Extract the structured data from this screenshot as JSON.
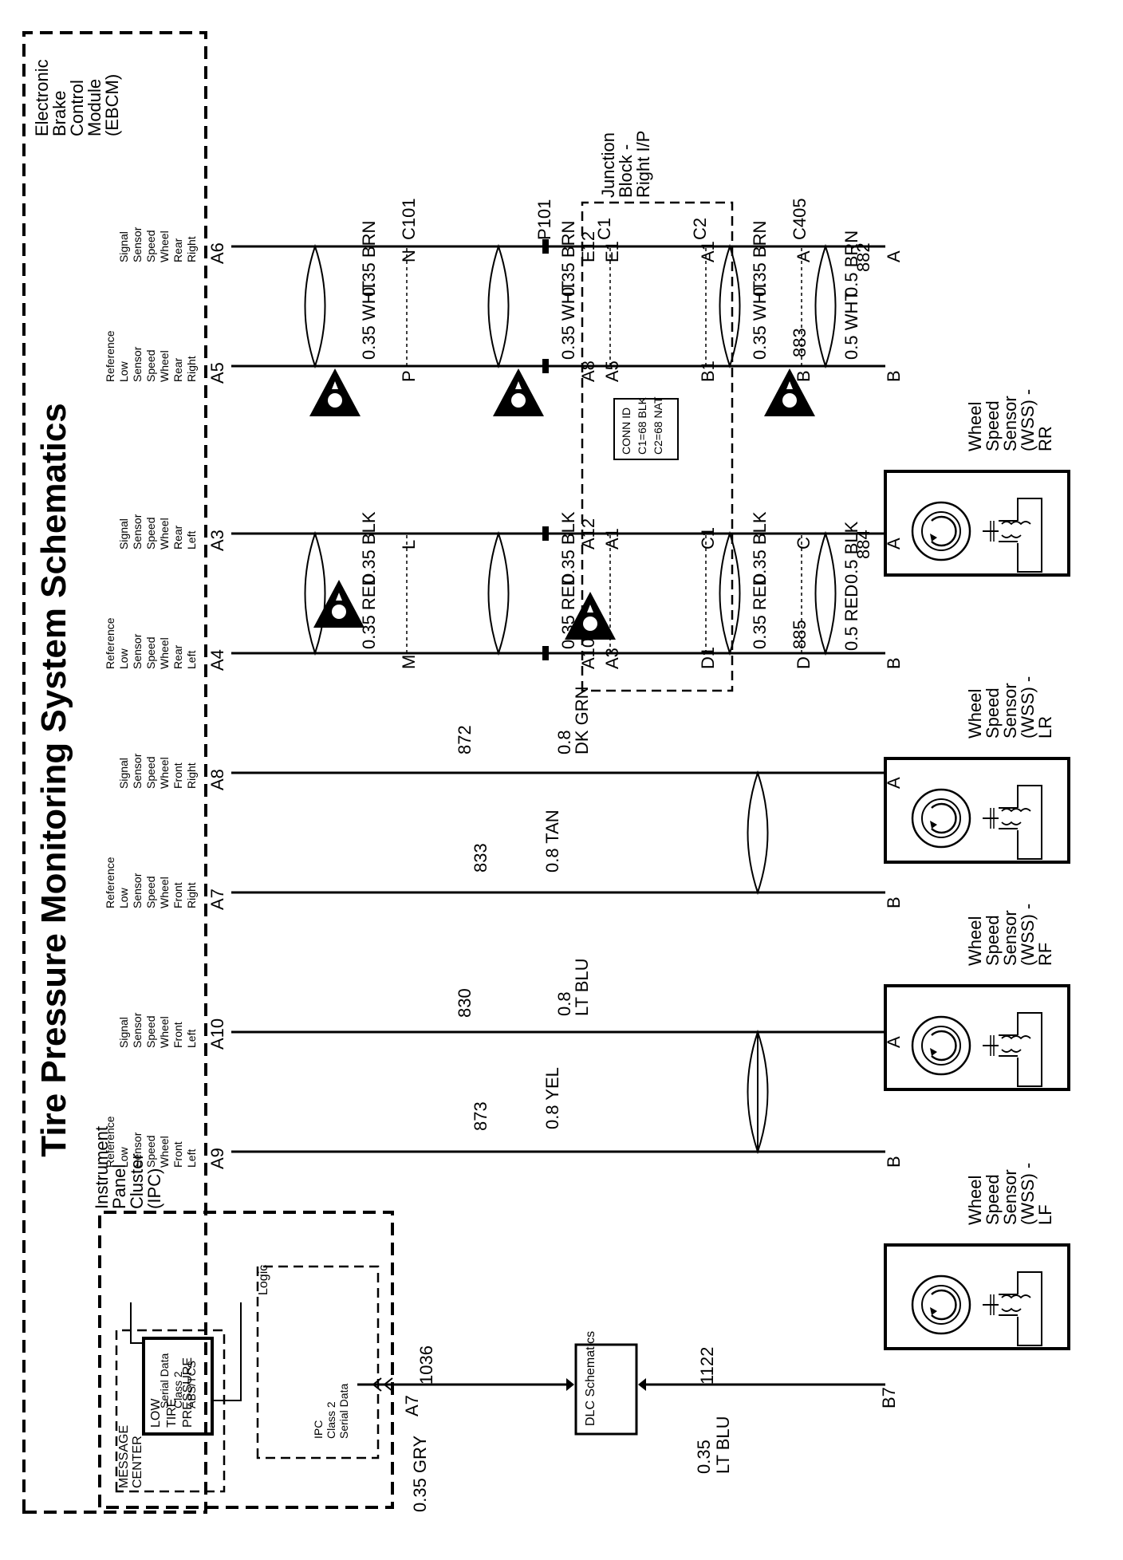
{
  "title": "Tire Pressure Monitoring System Schematics",
  "components": {
    "ipc": [
      "Instrument",
      "Panel",
      "Cluster",
      "(IPC)"
    ],
    "message_center": [
      "MESSAGE",
      "CENTER"
    ],
    "low_tire": [
      "LOW",
      "TIRE",
      "PRESSURE"
    ],
    "logic": "Logic",
    "ipc_serial": [
      "IPC",
      "Class 2",
      "Serial Data"
    ],
    "dlc": "DLC Schematics",
    "wss_lf": [
      "Wheel",
      "Speed",
      "Sensor",
      "(WSS) -",
      "LF"
    ],
    "wss_rf": [
      "Wheel",
      "Speed",
      "Sensor",
      "(WSS) -",
      "RF"
    ],
    "wss_lr": [
      "Wheel",
      "Speed",
      "Sensor",
      "(WSS) -",
      "LR"
    ],
    "wss_rr": [
      "Wheel",
      "Speed",
      "Sensor",
      "(WSS) -",
      "RR"
    ],
    "junction_block": [
      "Junction",
      "Block -",
      "Right I/P"
    ],
    "conn_id": [
      "CONN ID",
      "C1=68 BLK",
      "C2=68 NAT"
    ],
    "ebcm": [
      "Electronic",
      "Brake",
      "Control",
      "Module",
      "(EBCM)"
    ]
  },
  "wires": {
    "gry": "0.35 GRY",
    "gry_circuit": "1036",
    "ltblu2": [
      "0.35",
      "LT BLU"
    ],
    "ltblu2_circuit": "1122",
    "yel": "0.8 YEL",
    "yel_circuit": "873",
    "ltblu8": [
      "0.8",
      "LT BLU"
    ],
    "ltblu8_circuit": "830",
    "tan": "0.8 TAN",
    "tan_circuit": "833",
    "dkgrn": [
      "0.8",
      "DK GRN"
    ],
    "dkgrn_circuit": "872",
    "red05": "0.5 RED",
    "red035a": "0.35 RED",
    "red035b": "0.35 RED",
    "red035c": "0.35 RED",
    "blk05": "0.5 BLK",
    "blk035a": "0.35 BLK",
    "blk035b": "0.35 BLK",
    "blk035c": "0.35 BLK",
    "wht05": "0.5 WHT",
    "wht035a": "0.35 WHT",
    "wht035b": "0.35 WHT",
    "wht035c": "0.35 WHT",
    "brn05": "0.5 BRN",
    "brn035a": "0.35 BRN",
    "brn035b": "0.35 BRN",
    "brn035c": "0.35 BRN",
    "c885": "885",
    "c884": "884",
    "c883": "883",
    "c882": "882"
  },
  "pins": {
    "a7": "A7",
    "b7": "B7",
    "a": "A",
    "b": "B",
    "c": "C",
    "d": "D",
    "a1": "A1",
    "b1": "B1",
    "c1": "C1",
    "d1": "D1",
    "a3": "A3",
    "a5": "A5",
    "e1": "E1",
    "c2": "C2",
    "a10": "A10",
    "a12": "A12",
    "a8": "A8",
    "e12": "E12",
    "c1pin": "C1",
    "m": "M",
    "l": "L",
    "p": "P",
    "n": "N",
    "a4": "A4",
    "a6": "A6",
    "a9": "A9"
  },
  "connectors": {
    "c405": "C405",
    "p101": "P101",
    "c101": "C101"
  },
  "ebcm_pins": {
    "abs": [
      "ABS/TCS",
      "Class 2",
      "Serial Data"
    ],
    "lf_ref": [
      "Left",
      "Front",
      "Wheel",
      "Speed",
      "Sensor",
      "Low",
      "Reference"
    ],
    "lf_sig": [
      "Left",
      "Front",
      "Wheel",
      "Speed",
      "Sensor",
      "Signal"
    ],
    "rf_ref": [
      "Right",
      "Front",
      "Wheel",
      "Speed",
      "Sensor",
      "Low",
      "Reference"
    ],
    "rf_sig": [
      "Right",
      "Front",
      "Wheel",
      "Speed",
      "Sensor",
      "Signal"
    ],
    "lr_ref": [
      "Left",
      "Rear",
      "Wheel",
      "Speed",
      "Sensor",
      "Low",
      "Reference"
    ],
    "lr_sig": [
      "Left",
      "Rear",
      "Wheel",
      "Speed",
      "Sensor",
      "Signal"
    ],
    "rr_ref": [
      "Right",
      "Rear",
      "Wheel",
      "Speed",
      "Sensor",
      "Low",
      "Reference"
    ],
    "rr_sig": [
      "Right",
      "Rear",
      "Wheel",
      "Speed",
      "Sensor",
      "Signal"
    ]
  },
  "icons": {
    "warning": "esd-warning-icon",
    "sensor": "wheel-speed-sensor-icon"
  }
}
